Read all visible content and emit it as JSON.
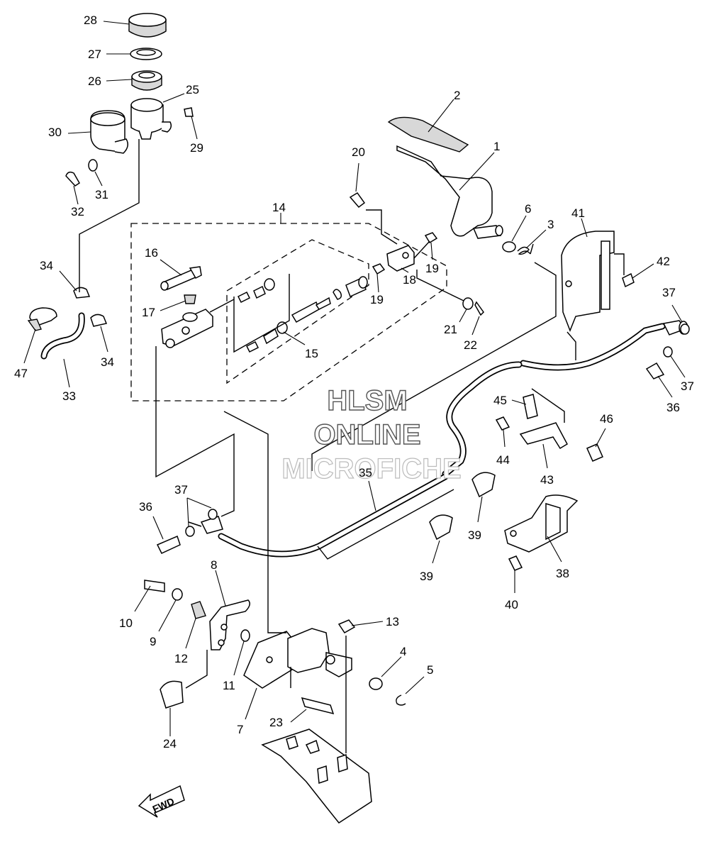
{
  "diagram": {
    "part_numbers": [
      "1",
      "2",
      "3",
      "4",
      "5",
      "6",
      "7",
      "8",
      "9",
      "10",
      "11",
      "12",
      "13",
      "14",
      "15",
      "16",
      "17",
      "18",
      "19",
      "19",
      "20",
      "21",
      "22",
      "23",
      "24",
      "25",
      "26",
      "27",
      "28",
      "29",
      "30",
      "31",
      "32",
      "33",
      "34",
      "34",
      "35",
      "36",
      "36",
      "37",
      "37",
      "37",
      "38",
      "39",
      "39",
      "40",
      "41",
      "42",
      "43",
      "44",
      "45",
      "46",
      "47"
    ],
    "watermark": {
      "line1": "HLSM",
      "line2": "ONLINE",
      "line3": "MICROFICHE"
    },
    "fwd_label": "FWD"
  }
}
